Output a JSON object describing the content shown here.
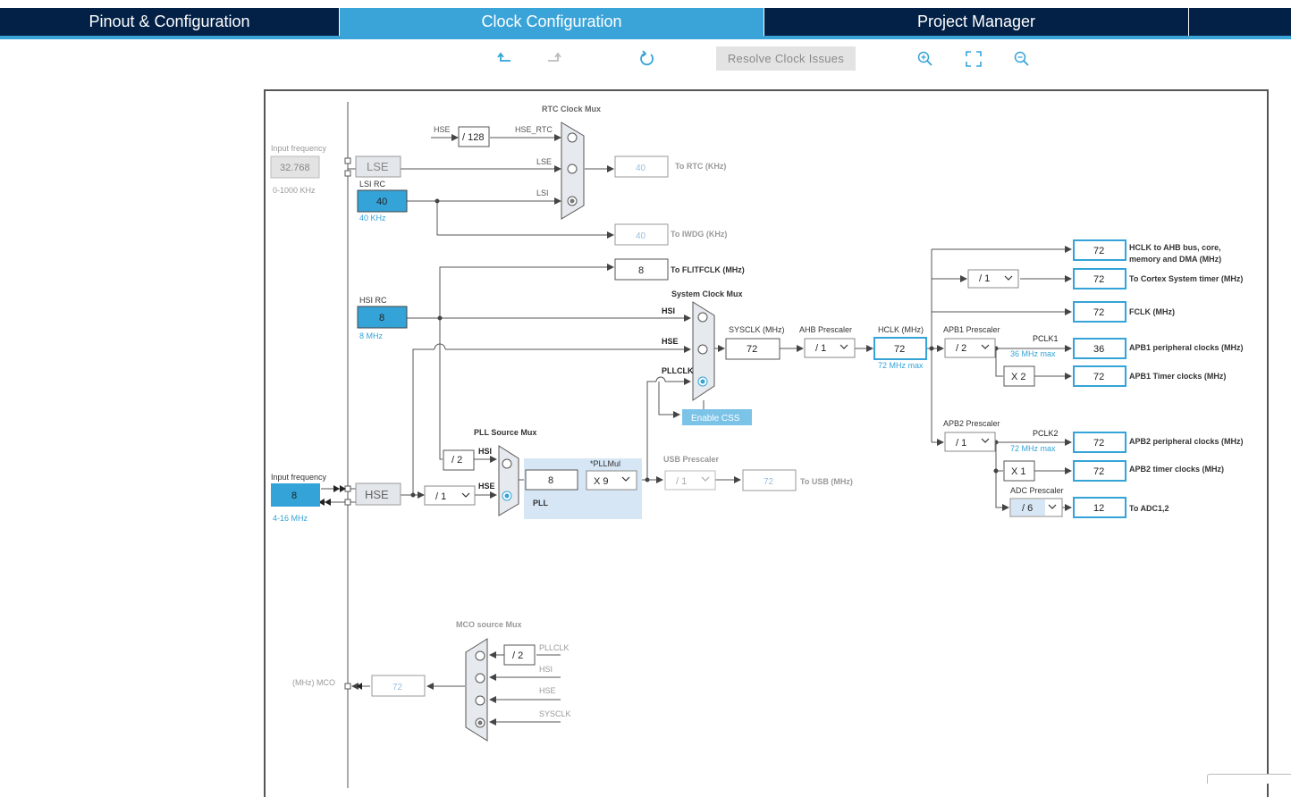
{
  "tabs": [
    {
      "label": "Pinout & Configuration",
      "active": false
    },
    {
      "label": "Clock Configuration",
      "active": true
    },
    {
      "label": "Project Manager",
      "active": false
    }
  ],
  "colors": {
    "tab_dark": "#032147",
    "tab_active": "#3aa4d8",
    "accent": "#34a3d8",
    "box_border": "#34a3d8",
    "line": "#555555"
  },
  "toolbar": {
    "undo_icon": "undo-icon",
    "redo_icon": "redo-icon",
    "reset_icon": "refresh-icon",
    "resolve_label": "Resolve Clock Issues",
    "zoom_in_icon": "zoom-in-icon",
    "fit_icon": "fit-screen-icon",
    "zoom_out_icon": "zoom-out-icon"
  },
  "diagram": {
    "rtc_mux": {
      "title": "RTC Clock Mux",
      "inputs": [
        "HSE_RTC",
        "LSE",
        "LSI"
      ],
      "selected": "LSI"
    },
    "hse_in_label": "HSE",
    "hse_rtc_div": "/ 128",
    "lse": {
      "label": "LSE",
      "freq_label": "Input frequency",
      "freq_value": "32.768",
      "range": "0-1000 KHz"
    },
    "lsi": {
      "title": "LSI RC",
      "value": "40",
      "unit": "40 KHz"
    },
    "rtc_out": {
      "value": "40",
      "label": "To RTC (KHz)"
    },
    "iwdg_out": {
      "value": "40",
      "label": "To IWDG (KHz)"
    },
    "flit_out": {
      "value": "8",
      "label": "To FLITFCLK (MHz)"
    },
    "hsi": {
      "title": "HSI RC",
      "value": "8",
      "unit": "8 MHz"
    },
    "sys_mux": {
      "title": "System Clock Mux",
      "inputs": [
        "HSI",
        "HSE",
        "PLLCLK"
      ],
      "selected": "PLLCLK"
    },
    "enable_css": "Enable CSS",
    "sysclk": {
      "label": "SYSCLK (MHz)",
      "value": "72"
    },
    "ahb": {
      "label": "AHB Prescaler",
      "value": "/ 1"
    },
    "hclk": {
      "label": "HCLK (MHz)",
      "value": "72",
      "max": "72 MHz max"
    },
    "apb1": {
      "label": "APB1 Prescaler",
      "value": "/ 2",
      "pclk": "PCLK1",
      "max": "36 MHz max",
      "timer_mul": "X 2"
    },
    "apb2": {
      "label": "APB2 Prescaler",
      "value": "/ 1",
      "pclk": "PCLK2",
      "max": "72 MHz max",
      "timer_mul": "X 1"
    },
    "adc": {
      "label": "ADC Prescaler",
      "value": "/ 6"
    },
    "cortex_div": "/ 1",
    "outputs": [
      {
        "value": "72",
        "label": "HCLK to AHB bus, core,",
        "label2": "memory and DMA (MHz)"
      },
      {
        "value": "72",
        "label": "To Cortex System timer (MHz)"
      },
      {
        "value": "72",
        "label": "FCLK (MHz)"
      },
      {
        "value": "36",
        "label": "APB1 peripheral clocks (MHz)"
      },
      {
        "value": "72",
        "label": "APB1 Timer clocks (MHz)"
      },
      {
        "value": "72",
        "label": "APB2 peripheral clocks (MHz)"
      },
      {
        "value": "72",
        "label": "APB2 timer clocks (MHz)"
      },
      {
        "value": "12",
        "label": "To ADC1,2"
      }
    ],
    "hse": {
      "label": "HSE",
      "freq_label": "Input frequency",
      "value": "8",
      "range": "4-16 MHz"
    },
    "hse_pre_div": "/ 1",
    "pll_src_mux": {
      "title": "PLL Source Mux",
      "inputs": [
        "HSI",
        "HSE"
      ],
      "selected": "HSE"
    },
    "hsi_div2": "/ 2",
    "pll": {
      "label": "PLL",
      "value": "8",
      "mul_label": "*PLLMul",
      "mul": "X 9"
    },
    "usb": {
      "label": "USB Prescaler",
      "value": "/ 1",
      "out": "72",
      "out_label": "To USB (MHz)"
    },
    "mco_mux": {
      "title": "MCO source Mux",
      "inputs": [
        "PLLCLK",
        "HSI",
        "HSE",
        "SYSCLK"
      ],
      "selected": "SYSCLK",
      "pll_div": "/ 2"
    },
    "mco": {
      "value": "72",
      "label": "(MHz) MCO"
    }
  }
}
